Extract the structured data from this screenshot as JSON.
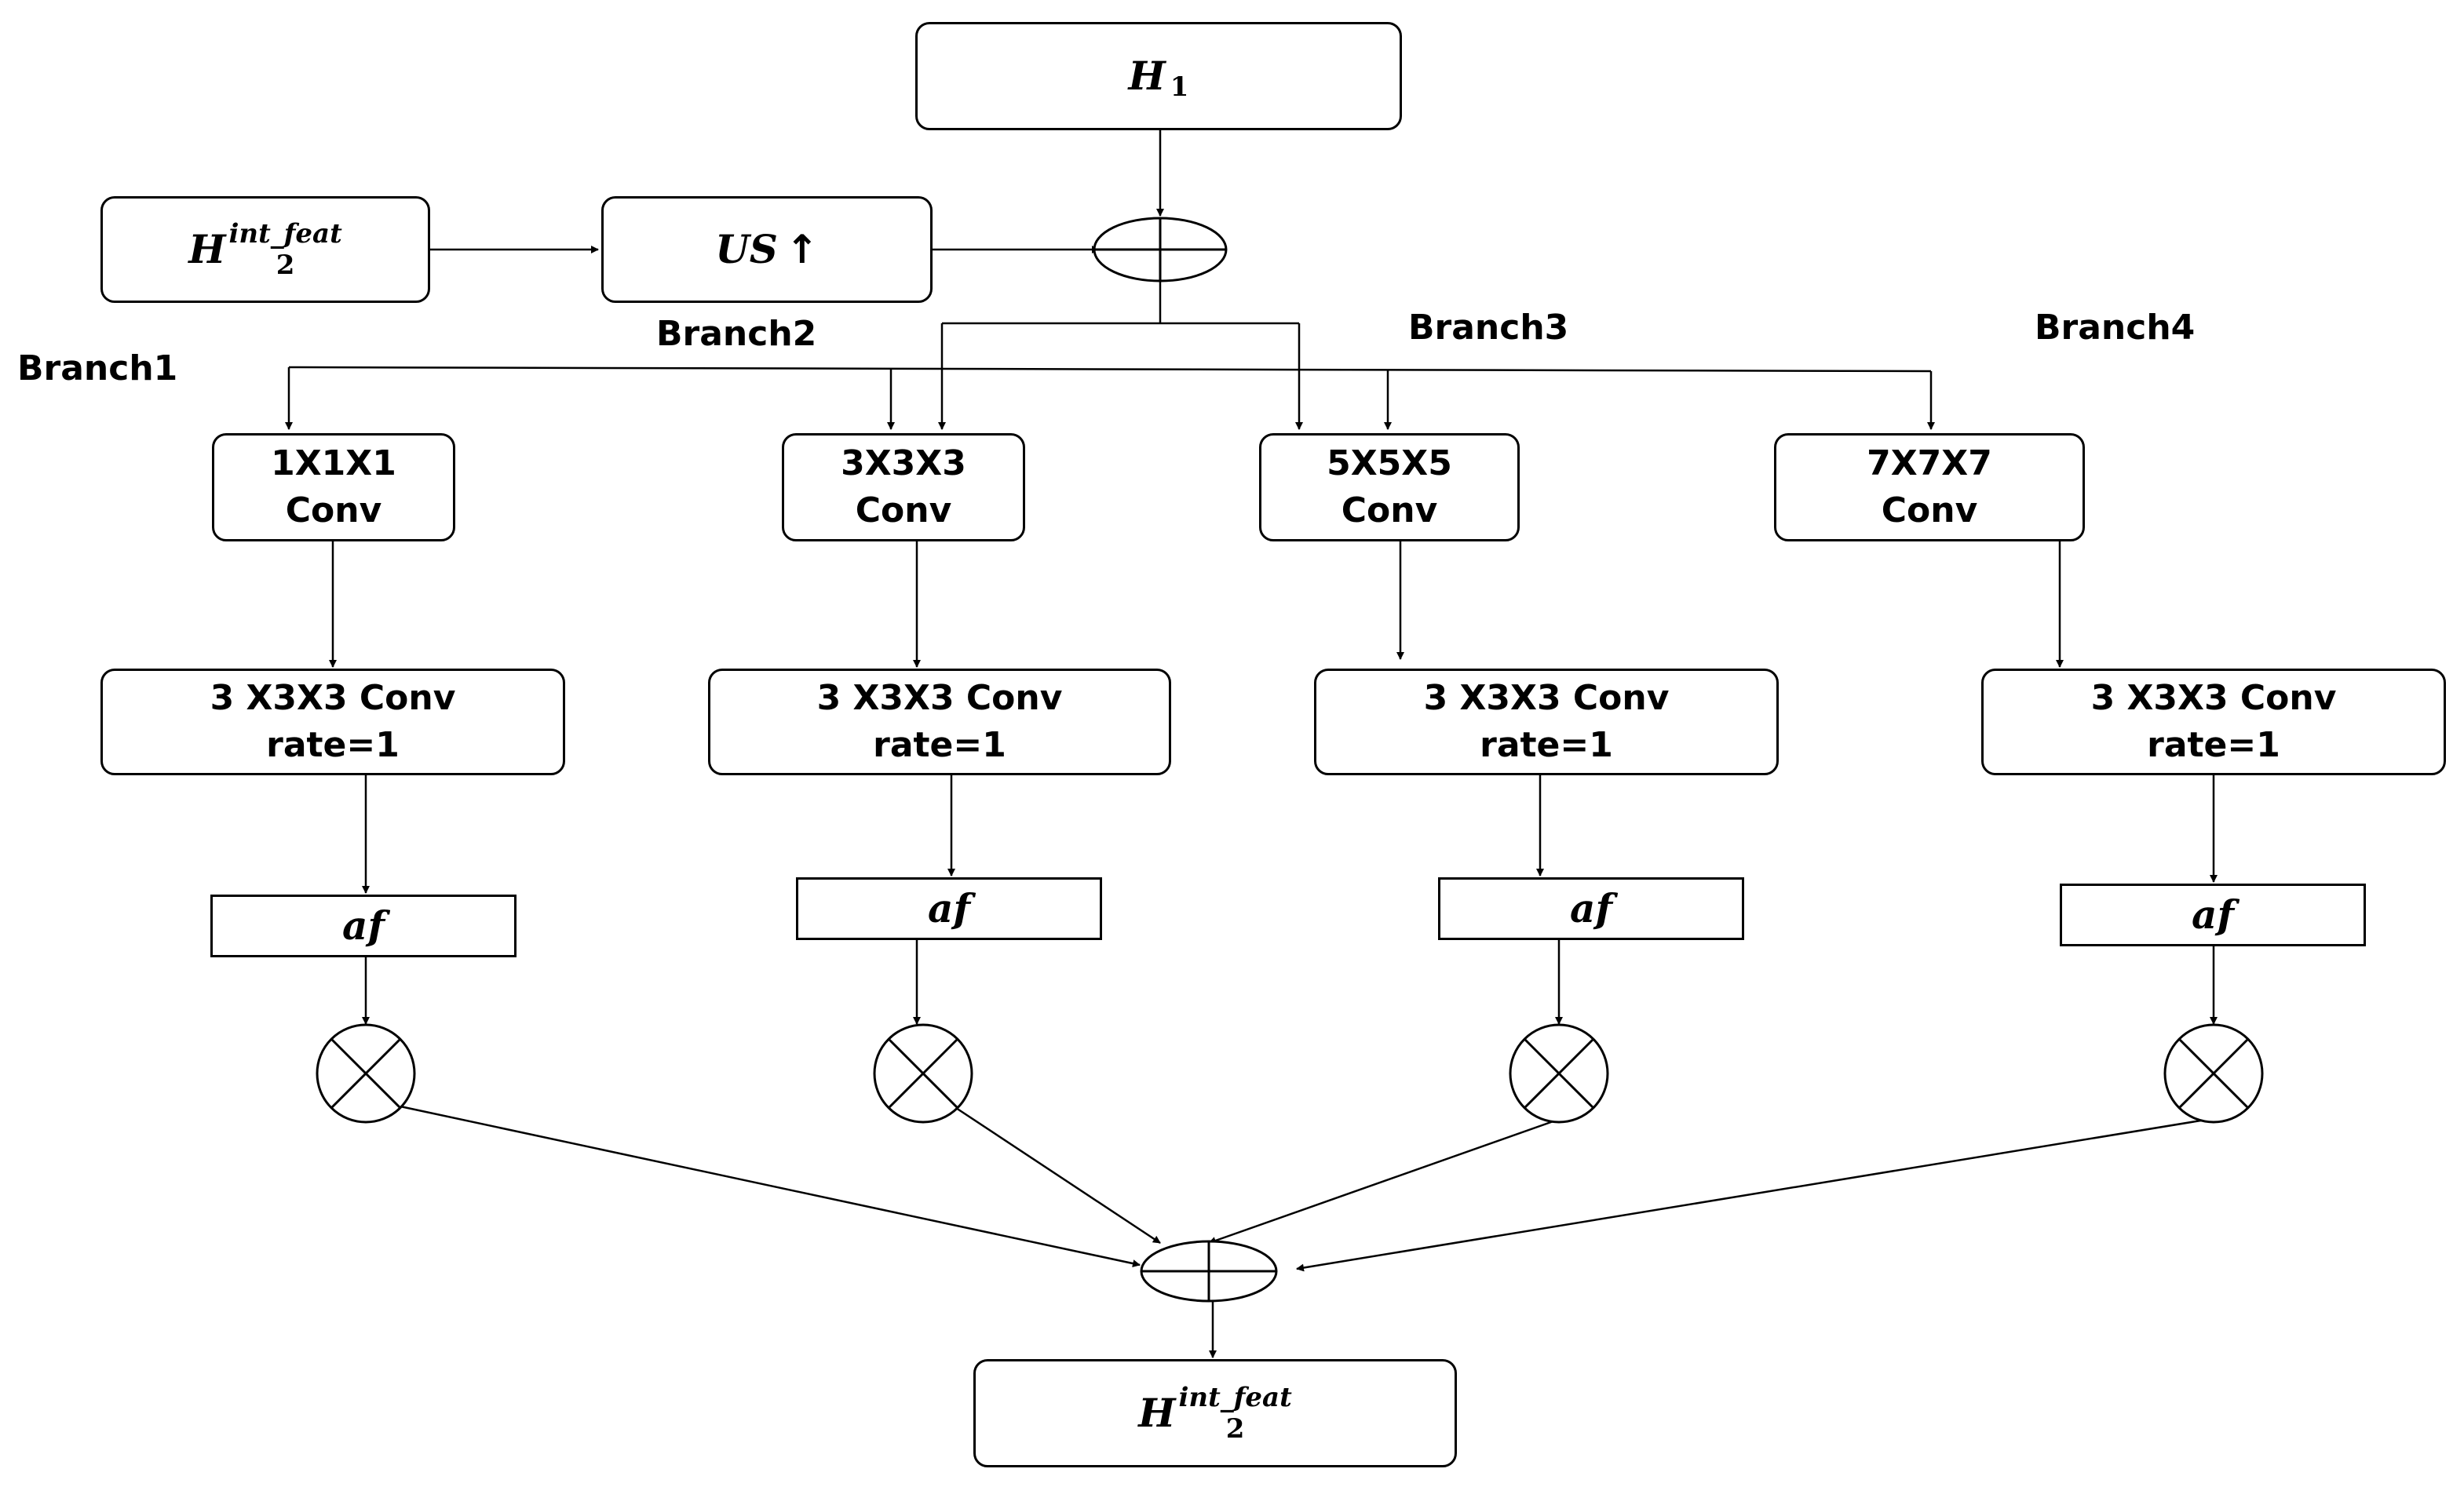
{
  "nodes": {
    "h1": {
      "base": "H",
      "sub": "1"
    },
    "h2_in": {
      "base": "H",
      "sup": "int_feat",
      "sub": "2"
    },
    "us": {
      "text": "US",
      "arrow": "↑"
    },
    "h2_out": {
      "base": "H",
      "sup": "int_feat",
      "sub": "2"
    }
  },
  "branches": [
    {
      "label": "Branch1",
      "conv_line1": "1X1X1",
      "conv_line2": "Conv",
      "dconv_line1": "3 X3X3 Conv",
      "dconv_line2": "rate=1",
      "af": "af"
    },
    {
      "label": "Branch2",
      "conv_line1": "3X3X3",
      "conv_line2": "Conv",
      "dconv_line1": "3 X3X3 Conv",
      "dconv_line2": "rate=1",
      "af": "af"
    },
    {
      "label": "Branch3",
      "conv_line1": "5X5X5",
      "conv_line2": "Conv",
      "dconv_line1": "3 X3X3 Conv",
      "dconv_line2": "rate=1",
      "af": "af"
    },
    {
      "label": "Branch4",
      "conv_line1": "7X7X7",
      "conv_line2": "Conv",
      "dconv_line1": "3 X3X3 Conv",
      "dconv_line2": "rate=1",
      "af": "af"
    }
  ],
  "operators": {
    "sum_symbol": "element-wise addition",
    "mul_symbol": "element-wise multiplication"
  }
}
